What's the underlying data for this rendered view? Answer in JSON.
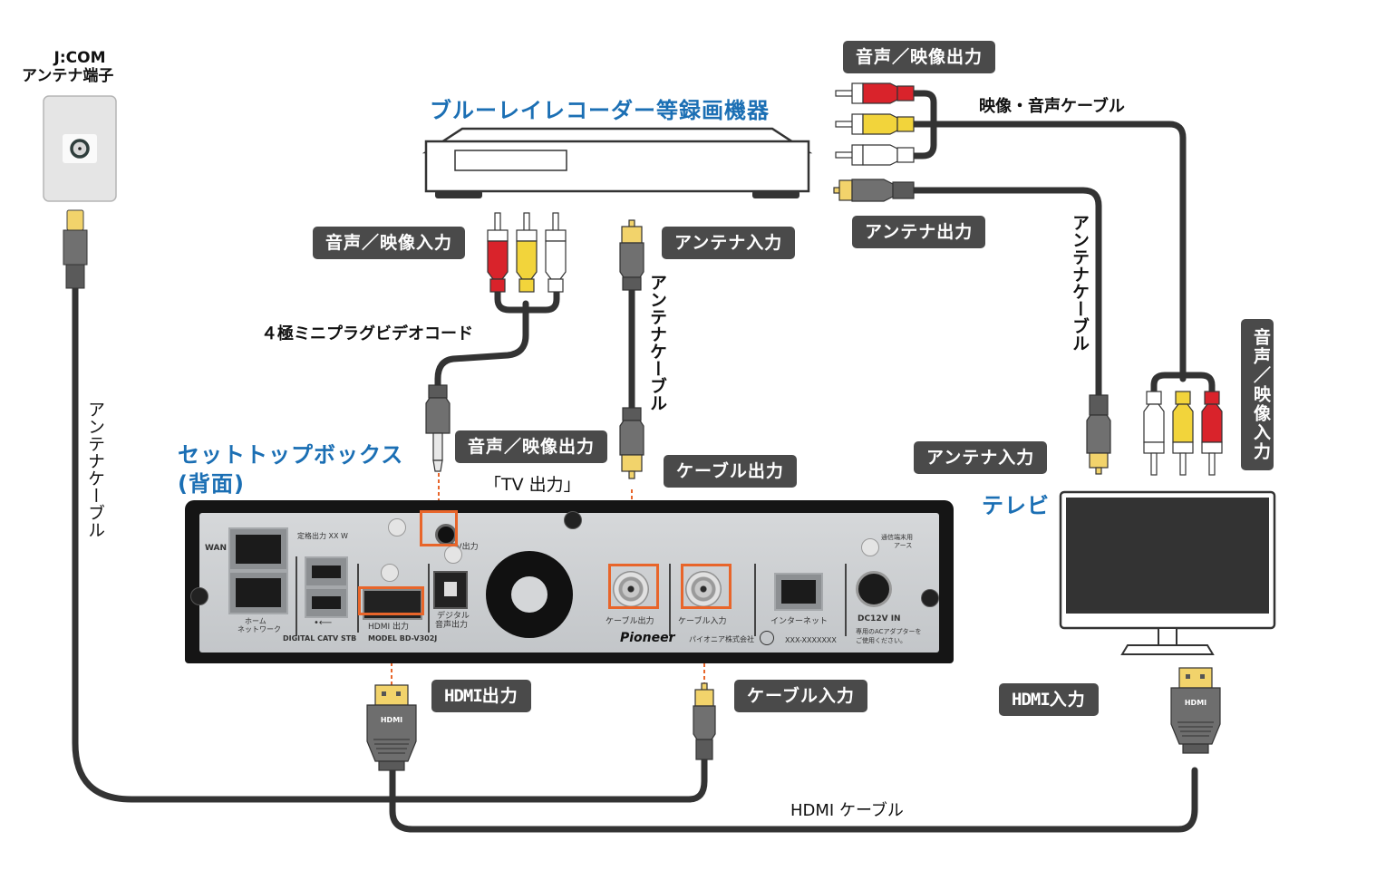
{
  "title": "セットトップボックス接続図",
  "colors": {
    "heading_blue": "#1b6fb4",
    "tag_bg": "#4a4a4a",
    "cable": "#333333",
    "highlight": "#e8652a",
    "rca_red": "#d9232b",
    "rca_yellow": "#f2d43b",
    "rca_white": "#ffffff",
    "plug_gray": "#707070",
    "plug_gold": "#f2d36b"
  },
  "antenna_outlet": {
    "label_line1": "J:COM",
    "label_line2": "アンテナ端子"
  },
  "recorder": {
    "heading": "ブルーレイレコーダー等録画機器",
    "tags": {
      "av_input": "音声／映像入力",
      "antenna_input": "アンテナ入力",
      "av_output": "音声／映像出力",
      "antenna_output": "アンテナ出力"
    }
  },
  "cables": {
    "av_cable": "映像・音声ケーブル",
    "mini_plug_cord": "４極ミニプラグビデオコード",
    "antenna_cable_left": "アンテナケーブル",
    "antenna_cable_mid": "アンテナケーブル",
    "antenna_cable_right": "アンテナケーブル",
    "hdmi_cable": "HDMI ケーブル"
  },
  "stb": {
    "heading_line1": "セットトップボックス",
    "heading_line2": "(背面)",
    "tags": {
      "av_output": "音声／映像出力",
      "tv_output_note": "「TV 出力」",
      "cable_output": "ケーブル出力",
      "hdmi_output_logo": "HDMI",
      "hdmi_output_suffix": "出力",
      "cable_input": "ケーブル入力"
    },
    "panel_labels": {
      "wan": "WAN",
      "home_network_1": "ホーム",
      "home_network_2": "ネットワーク",
      "rated_output": "定格出力 XX W",
      "usb": "•⟵",
      "digital_catv": "DIGITAL CATV STB",
      "hdmi_port": "HDMI 出力",
      "model": "MODEL BD-V302J",
      "digital_audio_1": "デジタル",
      "digital_audio_2": "音声出力",
      "tv_out": "TV出力",
      "cable_out": "ケーブル出力",
      "cable_in": "ケーブル入力",
      "internet": "インターネット",
      "brand": "Pioneer",
      "brand_jp": "パイオニア株式会社",
      "serial": "XXX-XXXXXXX",
      "ground_1": "通信端末用",
      "ground_2": "アース",
      "dc_in": "DC12V IN",
      "adapter_1": "専用のACアダプターを",
      "adapter_2": "ご使用ください。"
    }
  },
  "tv": {
    "heading": "テレビ",
    "tags": {
      "antenna_input": "アンテナ入力",
      "av_input": "音声／映像入力",
      "hdmi_input_logo": "HDMI",
      "hdmi_input_suffix": "入力"
    }
  },
  "plug_marks": {
    "hdmi": "HDMI"
  }
}
